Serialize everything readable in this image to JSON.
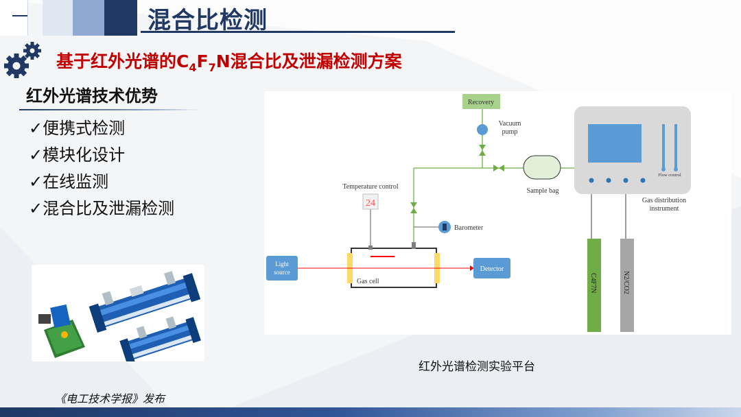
{
  "header": {
    "title": "混合比检测",
    "subtitle_prefix": "基于红外光谱的C",
    "subtitle_sub1": "4",
    "subtitle_f": "F",
    "subtitle_sub2": "7",
    "subtitle_suffix": "N混合比及泄漏检测方案"
  },
  "advantages": {
    "title": "红外光谱技术优势",
    "items": [
      "✓便携式检测",
      "✓模块化设计",
      "✓在线监测",
      "✓混合比及泄漏检测"
    ]
  },
  "diagram": {
    "labels": {
      "recovery": "Recovery",
      "vacuum_pump_1": "Vacuum",
      "vacuum_pump_2": "pump",
      "sample_bag": "Sample bag",
      "flow_control": "Flow control",
      "gas_distribution_1": "Gas distribution",
      "gas_distribution_2": "instrument",
      "temperature_control": "Temperature control",
      "temperature_value": "24",
      "barometer": "Barometer",
      "light_source_1": "Light",
      "light_source_2": "source",
      "gas_cell": "Gas cell",
      "detector": "Detector",
      "cylinder_c4f7n": "C4F7N",
      "cylinder_n2co2": "N2/CO2"
    },
    "colors": {
      "module_blue": "#5b9bd5",
      "pipe_green": "#70ad47",
      "beam_red": "#ff0000",
      "window_yellow": "#ffd966",
      "recovery_green": "#a9d18e"
    }
  },
  "caption": "红外光谱检测实验平台",
  "source": "《电工技术学报》发布"
}
